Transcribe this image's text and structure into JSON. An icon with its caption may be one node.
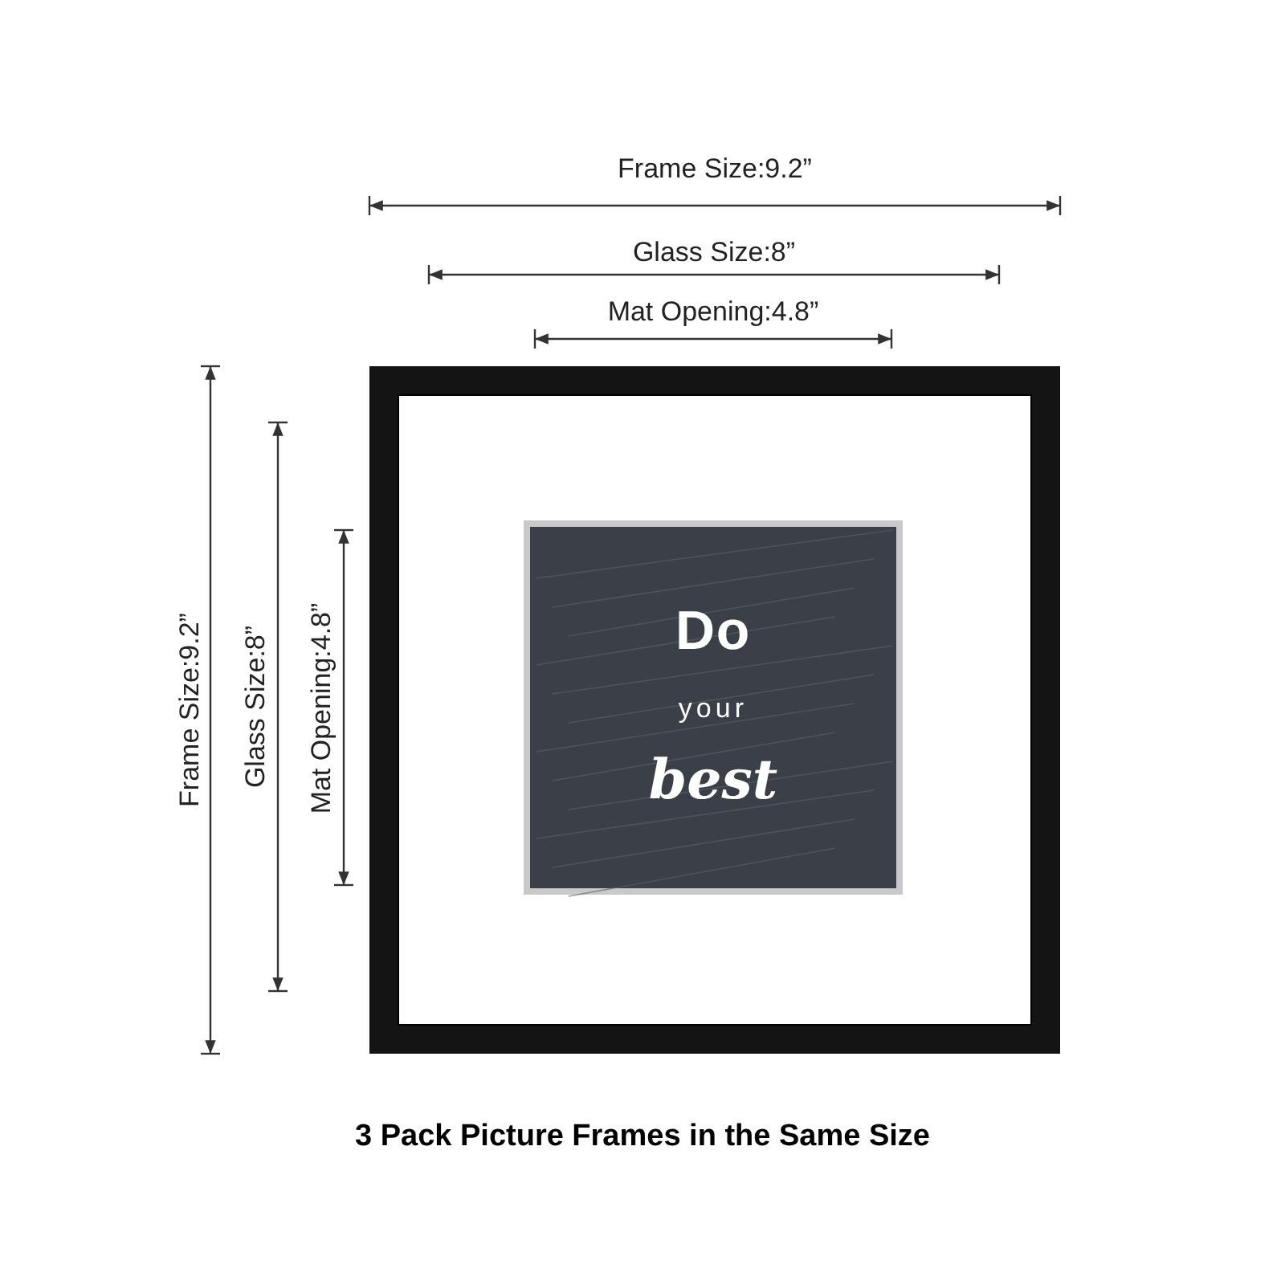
{
  "diagram": {
    "caption": "3 Pack Picture Frames in the Same Size",
    "labels": [
      "Frame Size:9.2”",
      "Glass Size:8”",
      "Mat Opening:4.8”",
      "Frame Size:9.2”",
      "Glass Size:8”",
      "Mat Opening:4.8”",
      "Do",
      "your",
      "best"
    ]
  }
}
